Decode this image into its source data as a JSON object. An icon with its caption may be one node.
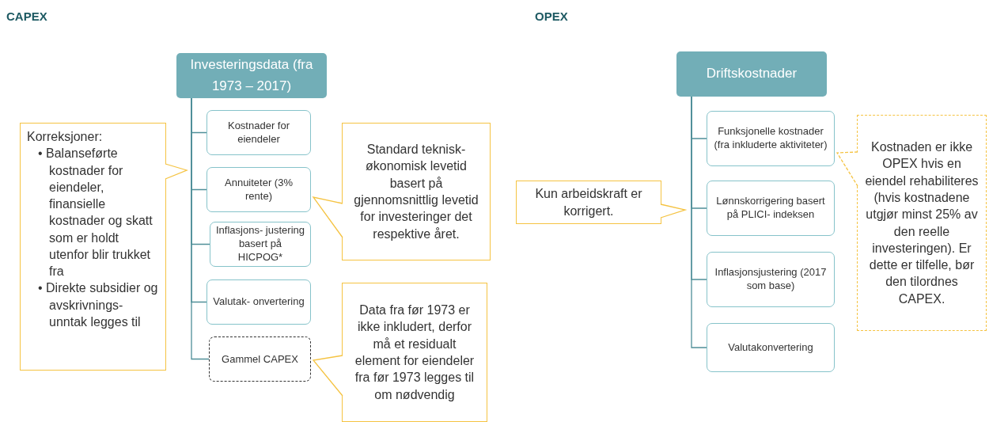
{
  "diagram": {
    "nodes": [
      {
        "text": [
          "Investeringsdata (fra 1973 – 2017)"
        ]
      },
      {
        "text": [
          "Kostnader for eiendeler"
        ]
      },
      {
        "text": [
          "Annuiteter (3% rente)"
        ]
      },
      {
        "text": [
          "Inflasjons- justering basert på HICPOG*"
        ]
      },
      {
        "text": [
          "Valutak- onvertering"
        ]
      },
      {
        "text": [
          "Gammel CAPEX"
        ]
      },
      {
        "text": [
          "Korreksjoner:",
          "• Balanseførte kostnader for eiendeler, finansielle kostnader og skatt som er holdt utenfor blir trukket fra",
          "• Direkte subsidier og avskrivnings- unntak legges til"
        ]
      },
      {
        "text": [
          "Standard teknisk- økonomisk levetid basert på gjennomsnittlig levetid for investeringer det respektive året."
        ]
      },
      {
        "text": [
          "Data fra før 1973 er ikke inkludert, derfor må et residualt element for eiendeler fra før 1973 legges til om nødvendig"
        ]
      },
      {
        "text": [
          "Driftskostnader"
        ]
      },
      {
        "text": [
          "Funksjonelle kostnader (fra inkluderte aktiviteter)"
        ]
      },
      {
        "text": [
          "Lønnskorrigering basert på PLICI- indeksen"
        ]
      },
      {
        "text": [
          "Inflasjonsjustering (2017 som base)"
        ]
      },
      {
        "text": [
          "Valutakonvertering"
        ]
      },
      {
        "text": [
          "Kun arbeidskraft er korrigert."
        ]
      },
      {
        "text": [
          "Kostnaden er ikke OPEX hvis en eiendel rehabiliteres (hvis kostnadene utgjør minst 25% av den reelle investeringen). Er dette er tilfelle, bør den tilordnes CAPEX."
        ]
      }
    ],
    "edges": [
      {
        "from": 0,
        "to": 1,
        "arrow": "none"
      },
      {
        "from": 0,
        "to": 2,
        "arrow": "none"
      },
      {
        "from": 0,
        "to": 3,
        "arrow": "none"
      },
      {
        "from": 0,
        "to": 4,
        "arrow": "none"
      },
      {
        "from": 0,
        "to": 5,
        "arrow": "none"
      },
      {
        "from": 6,
        "to": null,
        "arrow": "to",
        "color": "#f5c342"
      },
      {
        "from": 7,
        "to": 2,
        "arrow": "to",
        "color": "#f5c342"
      },
      {
        "from": 8,
        "to": 5,
        "arrow": "to",
        "color": "#f5c342"
      },
      {
        "from": 9,
        "to": 10,
        "arrow": "none"
      },
      {
        "from": 9,
        "to": 11,
        "arrow": "none"
      },
      {
        "from": 9,
        "to": 12,
        "arrow": "none"
      },
      {
        "from": 9,
        "to": 13,
        "arrow": "none"
      },
      {
        "from": 14,
        "to": null,
        "arrow": "to",
        "color": "#f5c342"
      },
      {
        "from": 15,
        "to": 10,
        "arrow": "to",
        "style": "dashed",
        "color": "#f5c342"
      }
    ],
    "labels": [
      "CAPEX",
      "OPEX"
    ]
  }
}
